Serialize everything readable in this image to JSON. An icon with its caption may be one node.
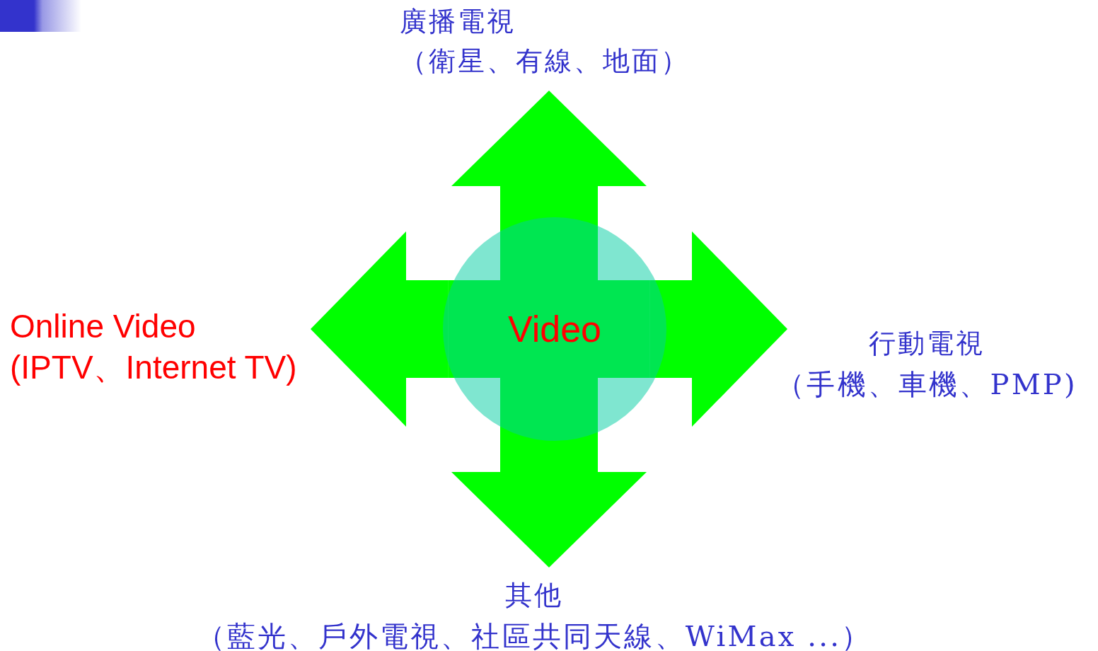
{
  "diagram": {
    "nodes": [
      {
        "text": [
          "廣播電視",
          "（衛星、有線、地面）"
        ]
      },
      {
        "text": [
          "Online Video",
          "(IPTV、Internet TV)"
        ]
      },
      {
        "text": [
          "Video"
        ]
      },
      {
        "text": [
          "行動電視",
          "（手機、車機、PMP)"
        ]
      },
      {
        "text": [
          "其他",
          "（藍光、戶外電視、社區共同天線、WiMax ...）"
        ]
      }
    ],
    "edges": [
      {
        "from": 2,
        "to": 0,
        "arrow": "to"
      },
      {
        "from": 2,
        "to": 1,
        "arrow": "to"
      },
      {
        "from": 2,
        "to": 3,
        "arrow": "to"
      },
      {
        "from": 2,
        "to": 4,
        "arrow": "to"
      }
    ]
  }
}
